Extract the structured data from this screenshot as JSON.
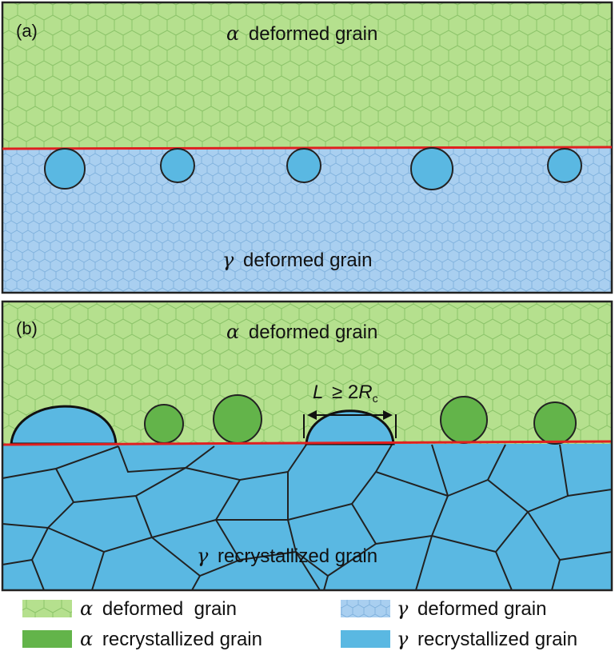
{
  "figure": {
    "panel_a": {
      "tag": "(a)",
      "top_label_greek": "α",
      "top_label_text": "deformed grain",
      "bottom_label_greek": "γ",
      "bottom_label_text": "deformed grain"
    },
    "panel_b": {
      "tag": "(b)",
      "top_label_greek": "α",
      "top_label_text": "deformed grain",
      "bottom_label_greek": "γ",
      "bottom_label_text": "recrystallized grain",
      "annotation": {
        "L": "L",
        "relation": "≥ 2",
        "R": "R",
        "subscript": "c"
      }
    },
    "legend": [
      {
        "greek": "α",
        "text": "deformed  grain",
        "swatch": "alpha-deformed"
      },
      {
        "greek": "γ",
        "text": "deformed grain",
        "swatch": "gamma-deformed"
      },
      {
        "greek": "α",
        "text": "recrystallized grain",
        "swatch": "alpha-recrystallized"
      },
      {
        "greek": "γ",
        "text": "recrystallized grain",
        "swatch": "gamma-recrystallized"
      }
    ],
    "colors": {
      "alpha_deformed": "#b5e08e",
      "alpha_deformed_line": "#8cc46a",
      "gamma_deformed": "#a9cff0",
      "gamma_deformed_line": "#7eb0dc",
      "alpha_recrystallized": "#63b44a",
      "gamma_recrystallized": "#5ab8e2",
      "boundary": "#e02020",
      "outline": "#222222"
    }
  }
}
